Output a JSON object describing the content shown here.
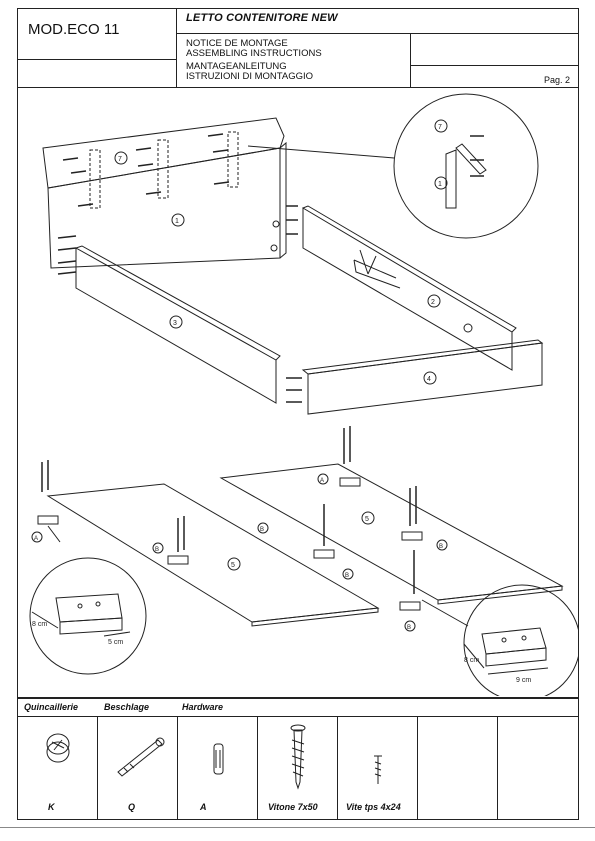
{
  "header": {
    "model": "MOD.ECO 11",
    "title": "LETTO CONTENITORE NEW",
    "instructions": [
      "NOTICE DE MONTAGE",
      "ASSEMBLING INSTRUCTIONS",
      "MANTAGEANLEITUNG",
      "ISTRUZIONI DI MONTAGGIO"
    ],
    "page": "Pag. 2"
  },
  "diagram": {
    "part_numbers": [
      "7",
      "1",
      "2",
      "3",
      "4",
      "5"
    ],
    "bracket_labels": {
      "a": "A",
      "b": "B"
    },
    "dims_left": {
      "w": "8 cm",
      "d": "5 cm"
    },
    "dims_right": {
      "w": "9 cm",
      "d": "8 cm"
    }
  },
  "hardware": {
    "headings": [
      "Quincaillerie",
      "Beschlage",
      "Hardware"
    ],
    "items": [
      {
        "label": "K",
        "icon": "cam-lock-icon"
      },
      {
        "label": "Q",
        "icon": "cam-bolt-icon"
      },
      {
        "label": "A",
        "icon": "wood-dowel-icon"
      },
      {
        "label": "Vitone 7x50",
        "icon": "large-screw-icon"
      },
      {
        "label": "Vite tps 4x24",
        "icon": "small-screw-icon"
      },
      {
        "label": "",
        "icon": ""
      },
      {
        "label": "",
        "icon": ""
      }
    ]
  }
}
